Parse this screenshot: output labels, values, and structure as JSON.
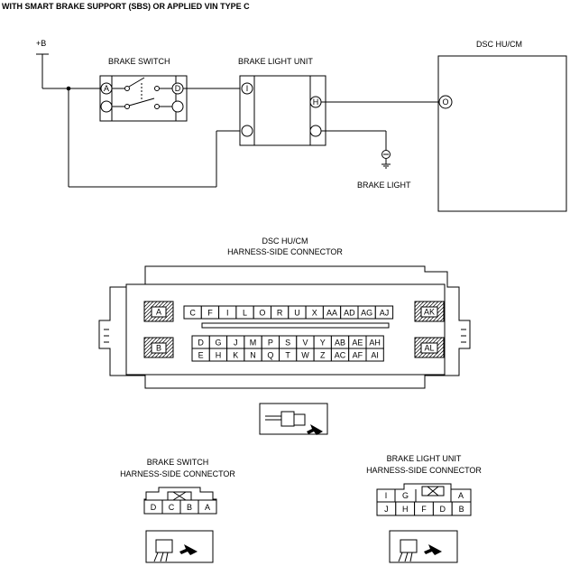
{
  "header": "WITH SMART BRAKE SUPPORT (SBS) OR APPLIED VIN TYPE C",
  "schematic": {
    "power_label": "+B",
    "brake_switch": {
      "title": "BRAKE SWITCH",
      "pin_a": "A",
      "pin_d": "D"
    },
    "brake_light_unit": {
      "title": "BRAKE LIGHT UNIT",
      "pin_i": "I",
      "pin_h": "H"
    },
    "dsc": {
      "title": "DSC HU/CM",
      "pin_o": "O"
    },
    "brake_light": "BRAKE LIGHT"
  },
  "dsc_connector": {
    "title1": "DSC HU/CM",
    "title2": "HARNESS-SIDE CONNECTOR",
    "side_pins": {
      "a": "A",
      "b": "B",
      "ak": "AK",
      "al": "AL"
    },
    "row1": [
      "C",
      "F",
      "I",
      "L",
      "O",
      "R",
      "U",
      "X",
      "AA",
      "AD",
      "AG",
      "AJ"
    ],
    "row2": [
      "D",
      "G",
      "J",
      "M",
      "P",
      "S",
      "V",
      "Y",
      "AB",
      "AE",
      "AH"
    ],
    "row3": [
      "E",
      "H",
      "K",
      "N",
      "Q",
      "T",
      "W",
      "Z",
      "AC",
      "AF",
      "AI"
    ]
  },
  "brake_switch_connector": {
    "title1": "BRAKE SWITCH",
    "title2": "HARNESS-SIDE CONNECTOR",
    "pins": [
      "D",
      "C",
      "B",
      "A"
    ]
  },
  "brake_light_connector": {
    "title1": "BRAKE LIGHT UNIT",
    "title2": "HARNESS-SIDE CONNECTOR",
    "top": {
      "i": "I",
      "g": "G",
      "a": "A"
    },
    "bottom": [
      "J",
      "H",
      "F",
      "D",
      "B"
    ]
  }
}
